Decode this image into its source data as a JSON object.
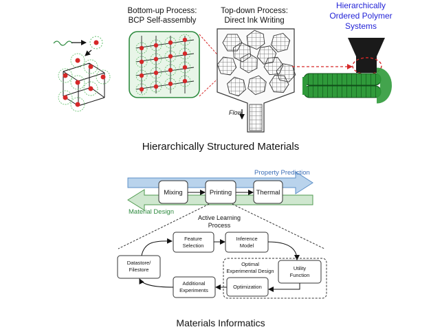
{
  "top": {
    "bottom_up_line1": "Bottom-up Process:",
    "bottom_up_line2": "BCP Self-assembly",
    "top_down_line1": "Top-down Process:",
    "top_down_line2": "Direct Ink Writing",
    "hier_line1": "Hierarchically",
    "hier_line2": "Ordered Polymer",
    "hier_line3": "Systems",
    "flow": "Flow",
    "caption": "Hierarchically Structured Materials"
  },
  "bottom": {
    "property_prediction": "Property Prediction",
    "material_design": "Material Design",
    "mixing": "Mixing",
    "printing": "Printing",
    "thermal": "Thermal",
    "active_learning_line1": "Active Learning",
    "active_learning_line2": "Process",
    "feature_line1": "Feature",
    "feature_line2": "Selection",
    "inference_line1": "Inference",
    "inference_line2": "Model",
    "datastore_line1": "Datastore/",
    "datastore_line2": "Filestore",
    "optimal_line1": "Optimal",
    "optimal_line2": "Experimental Design",
    "utility_line1": "Utility",
    "utility_line2": "Function",
    "optimization": "Optimization",
    "additional_line1": "Additional",
    "additional_line2": "Experiments",
    "caption": "Materials Informatics"
  },
  "colors": {
    "green": "#2d8a3e",
    "red": "#d62828",
    "blue": "#1f1fd6",
    "arrow_blue": "#b9d3ec",
    "arrow_green": "#cfe7cf"
  }
}
